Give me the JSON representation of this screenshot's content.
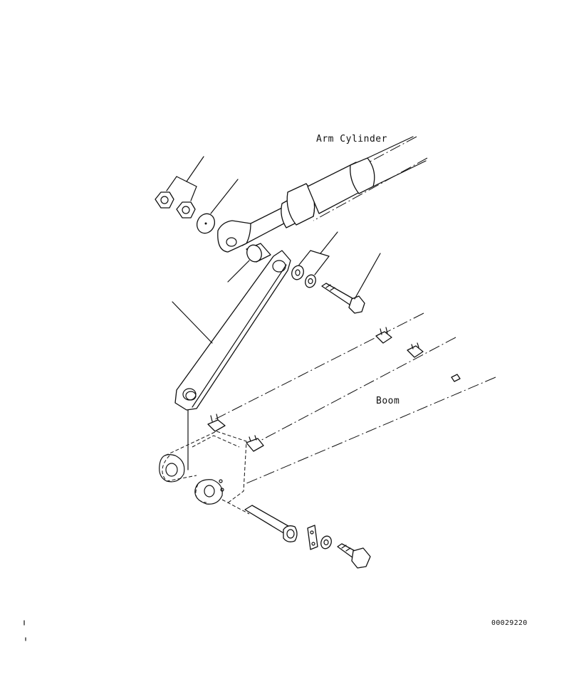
{
  "drawing": {
    "label_arm_cylinder": "Arm Cylinder",
    "label_boom": "Boom",
    "drawing_number": "00029220"
  },
  "colors": {
    "ink": "#111111",
    "paper": "#ffffff"
  }
}
